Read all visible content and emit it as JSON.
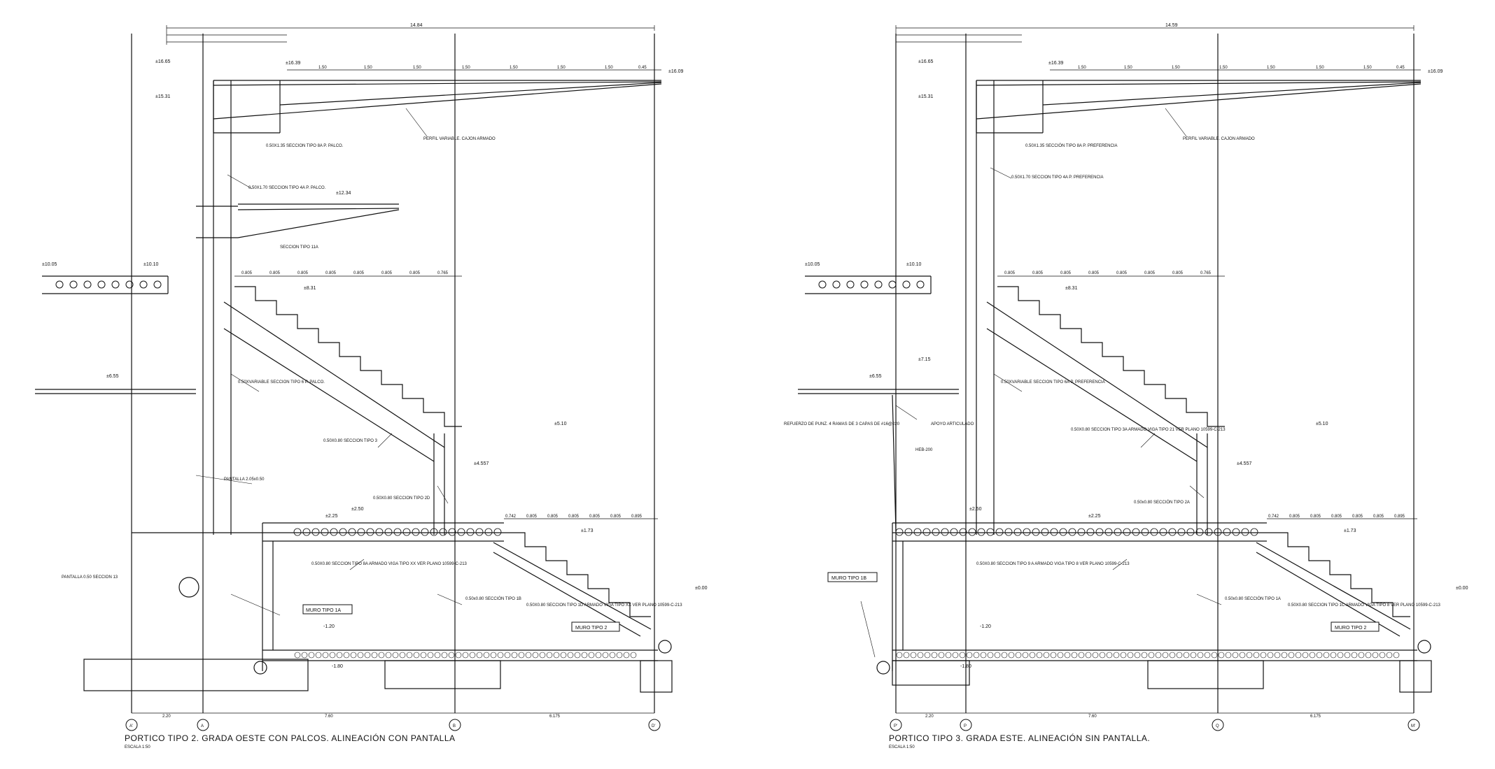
{
  "left": {
    "title": "PORTICO TIPO 2. GRADA OESTE CON PALCOS. ALINEACIÓN CON PANTALLA",
    "scale": "ESCALA 1:50",
    "axes": [
      "A'",
      "A",
      "B",
      "D'"
    ],
    "overall_dim": "14.84",
    "bottom_dims": [
      "2.20",
      "7.60",
      "6.175"
    ],
    "elevations": [
      "±16.65",
      "±16.39",
      "±15.31",
      "±16.09",
      "±12.34",
      "±10.05",
      "±10.10",
      "±8.31",
      "±6.55",
      "±5.10",
      "±4.557",
      "±2.25",
      "±2.50",
      "±1.73",
      "±0.00",
      "-1.20",
      "-1.80"
    ],
    "labels": {
      "perfil": "PERFIL VARIABLE. CAJON ARMADO",
      "s8a": "0.50X1.35 SECCION TIPO 8A P. PALCO.",
      "s4a": "0.50X1.70 SECCION TIPO 4A P. PALCO.",
      "s11a": "SECCION TIPO 11A",
      "s6": "0.50XVARIABLE SECCION TIPO 6 P. PALCO.",
      "s3": "0.50X0.80 SECCION TIPO 3",
      "s2d": "0.50X0.80 SECCION TIPO 2D",
      "pantalla": "PANTALLA 2.05x0.50",
      "pantalla050": "PANTALLA 0.50 SECCION 13",
      "s8a_bot": "0.50X0.80 SECCION TIPO 8A ARMADO VIGA TIPO XX VER PLANO 10599-C-213",
      "s1b": "0.50x0.80 SECCIÓN TIPO 1B",
      "s1d": "0.50X0.80 SECCION TIPO 1D ARMADO VIGA TIPO XX VER PLANO 10599-C-213",
      "muro1a": "MURO TIPO 1A",
      "muro2": "MURO TIPO 2"
    },
    "stair_dims": [
      "0.805",
      "0.805",
      "0.805",
      "0.805",
      "0.805",
      "0.805",
      "0.805",
      "0.765"
    ],
    "lower_dims": [
      "0.742",
      "0.805",
      "0.805",
      "0.805",
      "0.805",
      "0.805",
      "0.895"
    ],
    "top_dims": [
      "1.50",
      "1.50",
      "1.50",
      "1.50",
      "1.50",
      "1.50",
      "1.50",
      "0.45"
    ]
  },
  "right": {
    "title": "PORTICO TIPO 3. GRADA ESTE. ALINEACIÓN SIN PANTALLA.",
    "scale": "ESCALA 1:50",
    "axes": [
      "P'",
      "P",
      "Q",
      "M'"
    ],
    "overall_dim": "14.59",
    "bottom_dims": [
      "2.20",
      "7.60",
      "6.175"
    ],
    "elevations": [
      "±16.65",
      "±16.39",
      "±15.31",
      "±16.09",
      "±10.05",
      "±10.10",
      "±8.31",
      "±7.15",
      "±6.55",
      "±5.10",
      "±4.557",
      "±2.50",
      "±2.25",
      "±1.73",
      "±0.00",
      "-1.20",
      "-1.80"
    ],
    "labels": {
      "perfil": "PERFIL VARIABLE. CAJON ARMADO",
      "s8a": "0.50X1.35 SECCIÓN TIPO 8A P. PREFERENCIA",
      "s4a": "0.50X1.70 SECCION TIPO 4A P. PREFERENCIA",
      "s6a": "0.50XVARIABLE SECCION TIPO 6A P. PREFERENCIA",
      "refuerzo": "REFUERZO DE PUNZ. 4 RAMAS DE 3 CAPAS DE #16@220",
      "apoyo": "APOYO ARTICULADO",
      "heb": "HEB-200",
      "s3a": "0.50X0.80 SECCION TIPO 3A ARMADO VIGA TIPO 21 VER PLANO 10599-C-213",
      "s2a": "0.50x0.80 SECCIÓN TIPO 2A",
      "s9a": "0.50X0.80 SECCION TIPO 9 A ARMADO VIGA TIPO 8 VER PLANO 10599-C-213",
      "s1a": "0.50x0.80 SECCIÓN TIPO 1A",
      "s1c": "0.50X0.80 SECCION TIPO 1C ARMADO VIGA TIPO 8 VER PLANO 10599-C-213",
      "muro1b": "MURO TIPO 1B",
      "muro2": "MURO TIPO 2"
    },
    "stair_dims": [
      "0.805",
      "0.805",
      "0.805",
      "0.805",
      "0.805",
      "0.805",
      "0.805",
      "0.765"
    ],
    "lower_dims": [
      "0.742",
      "0.805",
      "0.805",
      "0.805",
      "0.805",
      "0.805",
      "0.895"
    ],
    "top_dims": [
      "1.50",
      "1.50",
      "1.50",
      "1.50",
      "1.50",
      "1.50",
      "1.50",
      "0.45"
    ]
  }
}
